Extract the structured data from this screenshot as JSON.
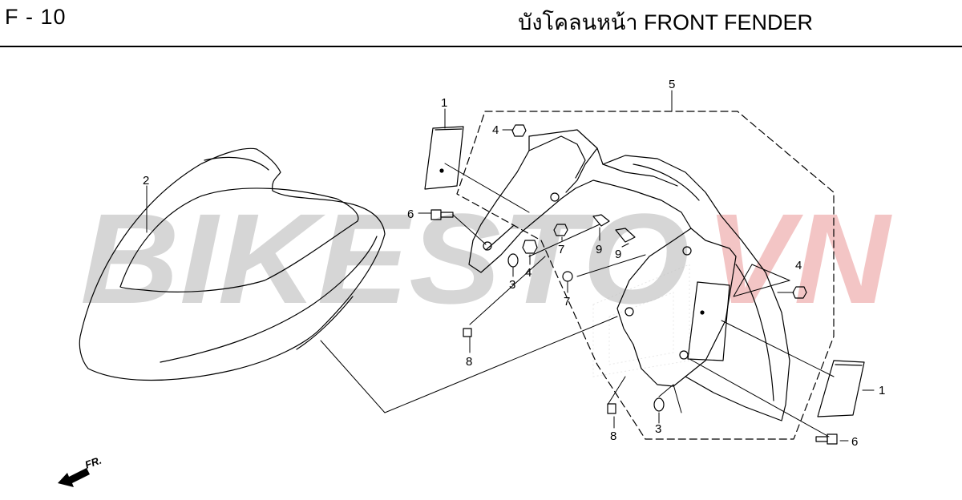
{
  "header": {
    "page_code": "F - 10",
    "title": "บังโคลนหน้า  FRONT FENDER"
  },
  "watermark": {
    "text_gray": "BIKESTO",
    "text_red": "VN",
    "color_gray": "#cfcfcf",
    "color_red": "#f2bcbc"
  },
  "callouts": [
    {
      "id": "p1-top",
      "label": "1"
    },
    {
      "id": "p2",
      "label": "2"
    },
    {
      "id": "p5",
      "label": "5"
    },
    {
      "id": "p4-top",
      "label": "4"
    },
    {
      "id": "p6-left",
      "label": "6"
    },
    {
      "id": "p7-upper",
      "label": "7"
    },
    {
      "id": "p9-left",
      "label": "9"
    },
    {
      "id": "p9-right",
      "label": "9"
    },
    {
      "id": "p3-left",
      "label": "3"
    },
    {
      "id": "p4-mid",
      "label": "4"
    },
    {
      "id": "p7-lower",
      "label": "7"
    },
    {
      "id": "p4-right",
      "label": "4"
    },
    {
      "id": "p8-left",
      "label": "8"
    },
    {
      "id": "p1-right",
      "label": "1"
    },
    {
      "id": "p3-bottom",
      "label": "3"
    },
    {
      "id": "p8-bottom",
      "label": "8"
    },
    {
      "id": "p6-bottom",
      "label": "6"
    }
  ],
  "direction": {
    "label": "FR."
  }
}
